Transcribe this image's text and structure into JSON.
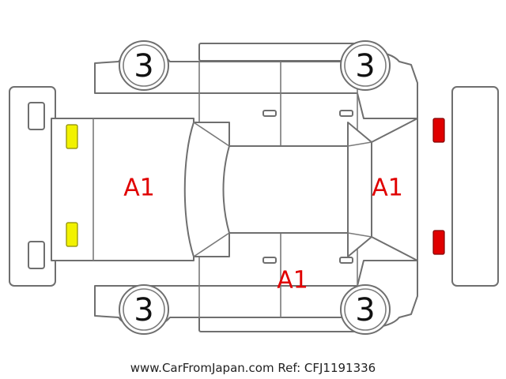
{
  "tire_grades": {
    "front_left": "3",
    "front_right": "3",
    "rear_left": "3",
    "rear_right": "3"
  },
  "damage_marks": {
    "front_hood": "A1",
    "rear_panel": "A1",
    "left_side_door": "A1"
  },
  "colors": {
    "damage_text": "#e00000",
    "headlight": "#f2f200",
    "taillight": "#e00000",
    "outline": "#6f6f6f"
  },
  "footer": "www.CarFromJapan.com Ref: CFJ1191336"
}
